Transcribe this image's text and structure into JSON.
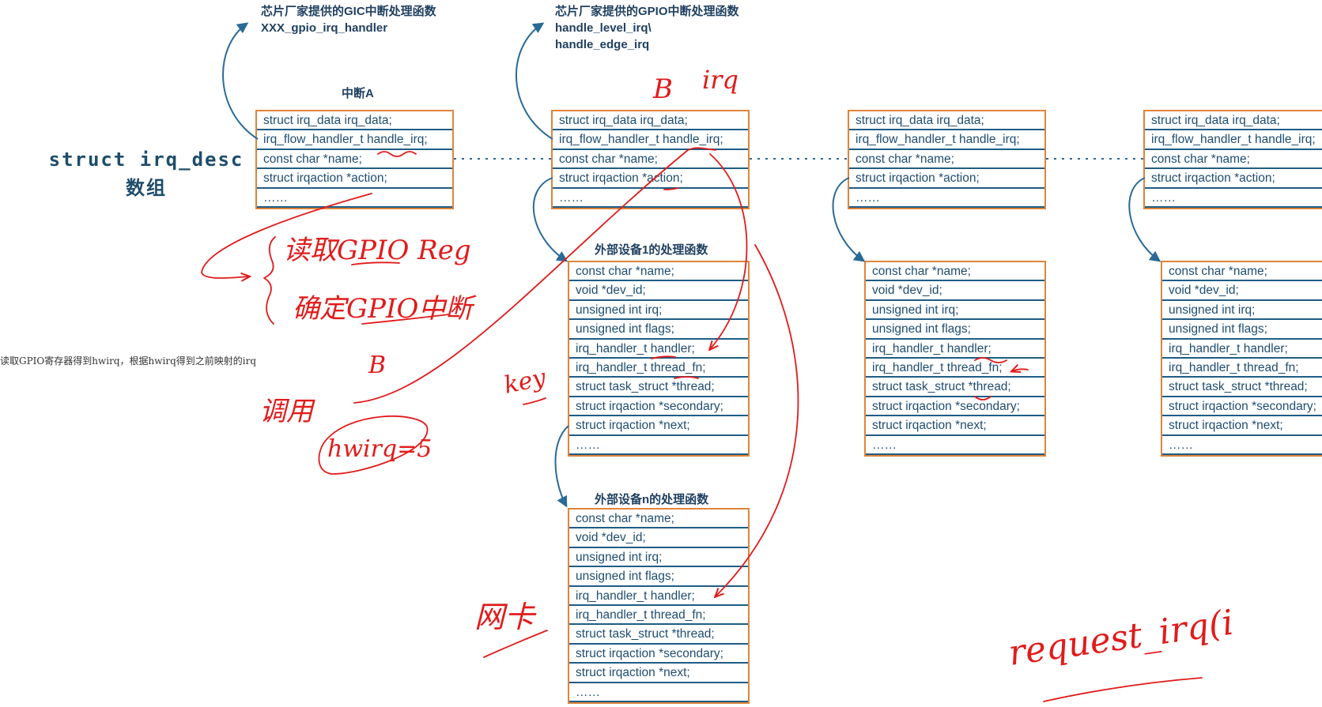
{
  "headers": {
    "gic": [
      "芯片厂家提供的GIC中断处理函数",
      "XXX_gpio_irq_handler"
    ],
    "gpio": [
      "芯片厂家提供的GPIO中断处理函数",
      "handle_level_irq\\",
      "handle_edge_irq"
    ],
    "irq_a": "中断A",
    "dev1": "外部设备1的处理函数",
    "devn": "外部设备n的处理函数"
  },
  "side_label": [
    "struct irq_desc",
    "数组"
  ],
  "note": "读取GPIO寄存器得到hwirq，根据hwirq得到之前映射的irq",
  "desc_rows": [
    "struct irq_data irq_data;",
    "irq_flow_handler_t handle_irq;",
    "const char *name;",
    "struct irqaction *action;",
    "……"
  ],
  "action_rows": [
    "const char *name;",
    "void *dev_id;",
    "unsigned int irq;",
    "unsigned int flags;",
    "irq_handler_t handler;",
    "irq_handler_t thread_fn;",
    "struct task_struct *thread;",
    "struct irqaction *secondary;",
    "struct irqaction *next;",
    "……"
  ],
  "handwriting": [
    "B",
    "irq",
    "读取GPIO Reg",
    "确定GPIO中断",
    "调用",
    "hwirq=5",
    "B",
    "key",
    "网卡",
    "request_irq(i"
  ]
}
